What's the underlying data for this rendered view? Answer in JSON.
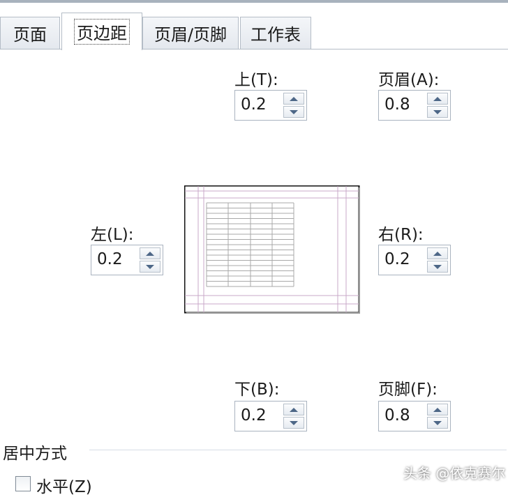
{
  "tabs": [
    {
      "label": "页面"
    },
    {
      "label": "页边距"
    },
    {
      "label": "页眉/页脚"
    },
    {
      "label": "工作表"
    }
  ],
  "margins": {
    "top": {
      "label": "上(T):",
      "value": "0.2"
    },
    "header": {
      "label": "页眉(A):",
      "value": "0.8"
    },
    "left": {
      "label": "左(L):",
      "value": "0.2"
    },
    "right": {
      "label": "右(R):",
      "value": "0.2"
    },
    "bottom": {
      "label": "下(B):",
      "value": "0.2"
    },
    "footer": {
      "label": "页脚(F):",
      "value": "0.8"
    }
  },
  "centering": {
    "title": "居中方式",
    "horizontal_label": "水平(Z)",
    "horizontal_checked": false
  },
  "watermark": "头条 @依克赛尔",
  "colors": {
    "preview_margin_lines": "#c9a8c9",
    "spin_arrow": "#4d6787"
  }
}
